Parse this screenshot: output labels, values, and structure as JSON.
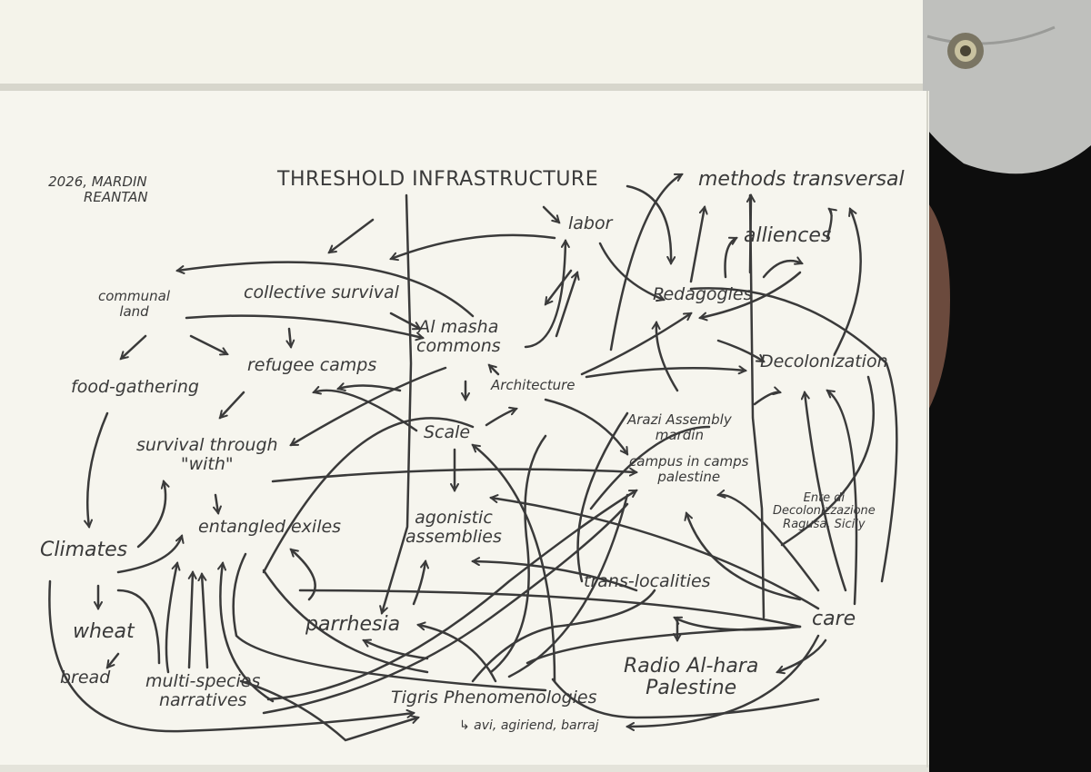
{
  "header": {
    "date_location": [
      "2026, MARDIN",
      "REANTAN"
    ],
    "title": "THRESHOLD INFRASTRUCTURE"
  },
  "nodes": {
    "communal_land": [
      "communal",
      "land"
    ],
    "collective_survival": "collective survival",
    "al_masha_commons": [
      "Al masha",
      "commons"
    ],
    "labor": "labor",
    "methods_transversal": "methods transversal",
    "alliances": "alliences",
    "pedagogies": "Pedagogies",
    "decolonization": "Decolonization",
    "food_gathering": "food-gathering",
    "refugee_camps": "refugee camps",
    "architecture": "Architecture",
    "arazi_assembly": [
      "Arazi Assembly",
      "mardin"
    ],
    "scale": "Scale",
    "survival_through_with": [
      "survival through",
      "\"with\""
    ],
    "campus_in_camps": [
      "campus in camps",
      "palestine"
    ],
    "ente": [
      "Ente di",
      "Decolonizzazione",
      "Ragusa, Sicily"
    ],
    "climates": "Climates",
    "entangled_exiles": "entangled exiles",
    "agonistic_assemblies": [
      "agonistic",
      "assemblies"
    ],
    "trans_localities": "trans-localities",
    "care": "care",
    "wheat": "wheat",
    "bread": "bread",
    "parrhesia": "parrhesia",
    "radio_al_hara": [
      "Radio Al-hara",
      "Palestine"
    ],
    "multi_species": [
      "multi-species",
      "narratives"
    ],
    "tigris": "Tigris Phenomenologies",
    "tigris_sub": "↳ avi, agiriend, barraj"
  },
  "colors": {
    "paper": "#f4f3ea",
    "ink": "#3a3a3a",
    "background": "#0d0d0d",
    "cloth": "#bfc0bd"
  }
}
